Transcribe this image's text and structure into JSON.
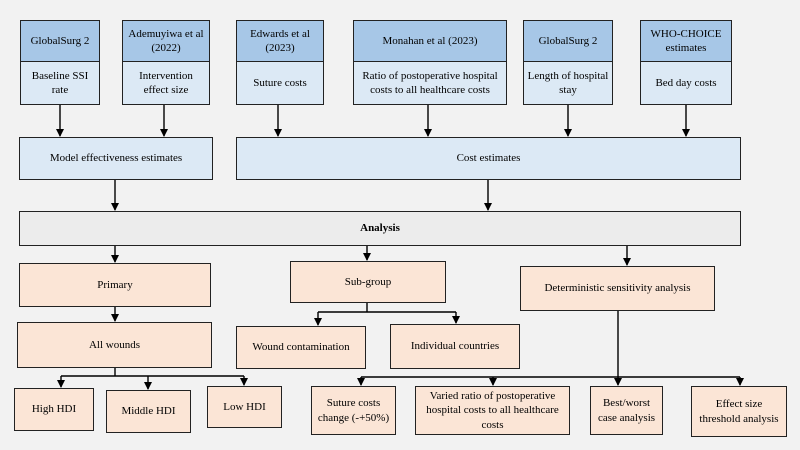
{
  "sources": [
    {
      "head": "GlobalSurg 2",
      "body": "Baseline SSI rate"
    },
    {
      "head": "Ademuyiwa et al (2022)",
      "body": "Intervention effect size"
    },
    {
      "head": "Edwards et al (2023)",
      "body": "Suture costs"
    },
    {
      "head": "Monahan et al (2023)",
      "body": "Ratio of postoperative hospital costs to all healthcare costs"
    },
    {
      "head": "GlobalSurg 2",
      "body": "Length of hospital stay"
    },
    {
      "head": "WHO-CHOICE estimates",
      "body": "Bed day costs"
    }
  ],
  "model_effectiveness": "Model effectiveness estimates",
  "cost_estimates": "Cost estimates",
  "analysis": "Analysis",
  "primary": "Primary",
  "sub_group": "Sub-group",
  "dsa": "Deterministic sensitivity analysis",
  "all_wounds": "All wounds",
  "wound_contamination": "Wound contamination",
  "individual_countries": "Individual countries",
  "high_hdi": "High HDI",
  "middle_hdi": "Middle HDI",
  "low_hdi": "Low HDI",
  "suture_costs_change": "Suture costs change (-+50%)",
  "varied_ratio": "Varied ratio of postoperative hospital costs to all healthcare costs",
  "best_worst": "Best/worst case analysis",
  "effect_size_threshold": "Effect size threshold analysis"
}
